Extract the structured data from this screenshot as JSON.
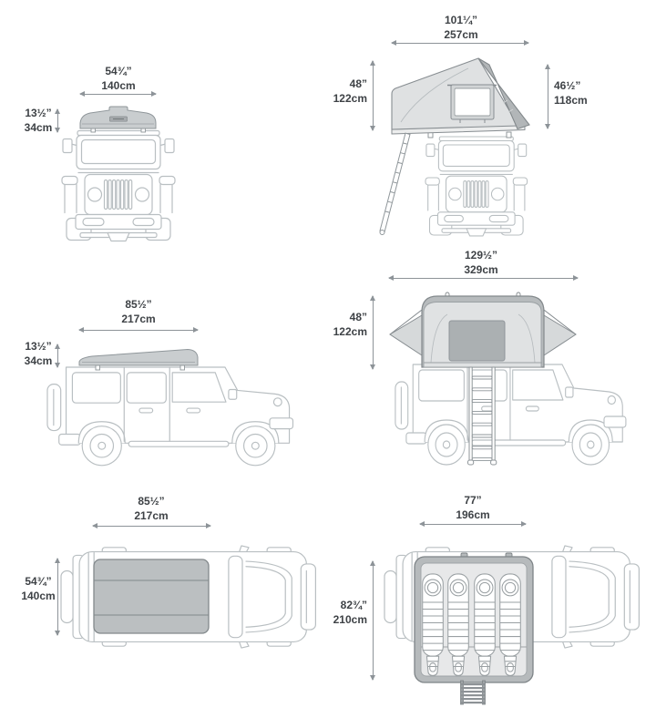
{
  "views": [
    {
      "id": "front-tent-closed",
      "dims": [
        {
          "axis": "width",
          "inches": "54¾”",
          "cm": "140cm"
        },
        {
          "axis": "closed-height",
          "inches": "13½”",
          "cm": "34cm"
        }
      ]
    },
    {
      "id": "front-tent-open",
      "dims": [
        {
          "axis": "open-width",
          "inches": "101¼”",
          "cm": "257cm"
        },
        {
          "axis": "overall-height",
          "inches": "48”",
          "cm": "122cm"
        },
        {
          "axis": "tent-height",
          "inches": "46½”",
          "cm": "118cm"
        }
      ]
    },
    {
      "id": "side-tent-closed",
      "dims": [
        {
          "axis": "length",
          "inches": "85½”",
          "cm": "217cm"
        },
        {
          "axis": "closed-height",
          "inches": "13½”",
          "cm": "34cm"
        }
      ]
    },
    {
      "id": "side-tent-open",
      "dims": [
        {
          "axis": "open-length",
          "inches": "129½”",
          "cm": "329cm"
        },
        {
          "axis": "overall-height",
          "inches": "48”",
          "cm": "122cm"
        }
      ]
    },
    {
      "id": "top-tent-closed",
      "dims": [
        {
          "axis": "length",
          "inches": "85½”",
          "cm": "217cm"
        },
        {
          "axis": "width",
          "inches": "54¾”",
          "cm": "140cm"
        }
      ]
    },
    {
      "id": "top-tent-open",
      "dims": [
        {
          "axis": "floor-length",
          "inches": "77”",
          "cm": "196cm"
        },
        {
          "axis": "open-width",
          "inches": "82¾”",
          "cm": "210cm"
        }
      ]
    }
  ],
  "colors": {
    "background": "#ffffff",
    "text": "#3e4246",
    "dimension_line": "#8d9398",
    "vehicle_line": "#b9bfc2",
    "tent_shell": "#c9cdcf",
    "tent_shell_dark": "#b2b6b8",
    "tent_fabric": "#dfe1e2",
    "tent_window": "#abb0b2"
  }
}
